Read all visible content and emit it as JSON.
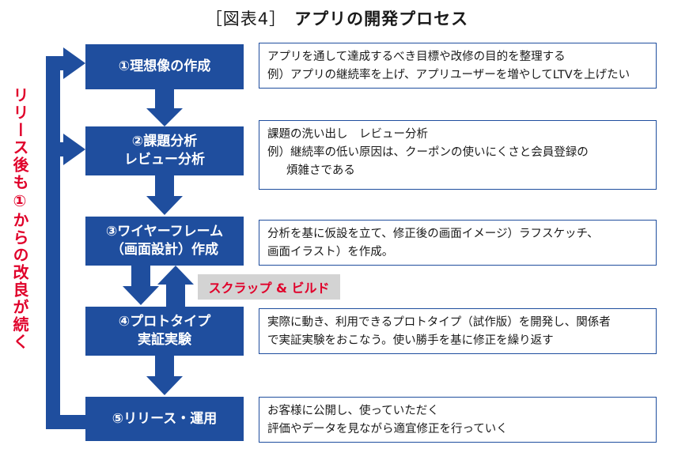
{
  "title": {
    "prefix": "［図表4］",
    "main": "アプリの開発プロセス"
  },
  "steps": [
    {
      "lines": [
        "①理想像の作成"
      ],
      "desc": [
        {
          "text": "アプリを通して達成するべき目標や改修の目的を整理する",
          "indent": false
        },
        {
          "text": "例）アプリの継続率を上げ、アプリユーザーを増やしてLTVを上げたい",
          "indent": false
        }
      ]
    },
    {
      "lines": [
        "②課題分析",
        "レビュー分析"
      ],
      "desc": [
        {
          "text": "課題の洗い出し　レビュー分析",
          "indent": false
        },
        {
          "text": "例）継続率の低い原因は、クーポンの使いにくさと会員登録の",
          "indent": false
        },
        {
          "text": "煩雑さである",
          "indent": true
        }
      ]
    },
    {
      "lines": [
        "③ワイヤーフレーム",
        "（画面設計）作成"
      ],
      "desc": [
        {
          "text": "分析を基に仮設を立て、修正後の画面イメージ）ラフスケッチ、",
          "indent": false
        },
        {
          "text": "画面イラスト）を作成。",
          "indent": false
        }
      ]
    },
    {
      "lines": [
        "④プロトタイプ",
        "実証実験"
      ],
      "desc": [
        {
          "text": "実際に動き、利用できるプロトタイプ（試作版）を開発し、関係者",
          "indent": false
        },
        {
          "text": "で実証実験をおこなう。使い勝手を基に修正を繰り返す",
          "indent": false
        }
      ]
    },
    {
      "lines": [
        "⑤リリース・運用"
      ],
      "desc": [
        {
          "text": "お客様に公開し、使っていただく",
          "indent": false
        },
        {
          "text": "評価やデータを見ながら適宜修正を行っていく",
          "indent": false
        }
      ]
    }
  ],
  "scrap_build": "スクラップ & ビルド",
  "loop_label": "リリース後も①からの改良が続く",
  "colors": {
    "step_fill": "#1f4e9e",
    "accent_red": "#e0002a",
    "label_bg": "#d3d3d3"
  }
}
